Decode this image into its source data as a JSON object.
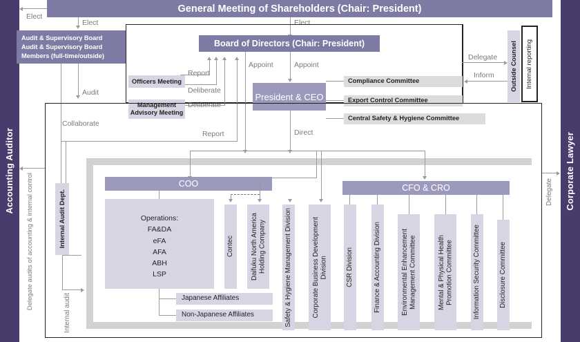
{
  "rails": {
    "left": "Accounting Auditor",
    "right": "Corporate Lawyer"
  },
  "top": {
    "title": "General Meeting of Shareholders (Chair: President)"
  },
  "nodes": {
    "audit_supervisory": {
      "line1": "Audit & Supervisory Board",
      "line2": "Audit & Supervisory Board",
      "line3": "Members (full-time/outside)"
    },
    "board_of_directors": "Board of Directors (Chair: President)",
    "officers_meeting": "Officers Meeting",
    "management_advisory": "Management\nAdvisory Meeting",
    "president_ceo": "President & CEO",
    "outside_counsel": "Outside Counsel",
    "internal_reporting": "Internal reporting",
    "internal_audit_dept": "Internal Audit Dept.",
    "coo": "COO",
    "cfo_cro": "CFO & CRO"
  },
  "president_committees": [
    "Compliance Committee",
    "Export Control Committee",
    "Central Safety & Hygiene Committee"
  ],
  "operations": {
    "header": "Operations:",
    "items": [
      "FA&DA",
      "eFA",
      "AFA",
      "ABH",
      "LSP"
    ]
  },
  "affiliates": [
    "Japanese Affiliates",
    "Non-Japanese Affiliates"
  ],
  "coo_units": [
    "Contec",
    "Daifuku North America\nHolding Company"
  ],
  "mid_divisions": [
    "Safety & Hygiene Management Division",
    "Corporate Business Development\nDivision"
  ],
  "cfo_units": [
    "CSR Division",
    "Finance & Accounting Division",
    "Environmental Enhancement\nManagement Committee",
    "Mental & Physical Health\nPromotion Committee",
    "Information Security Committee",
    "Disclosure Committee"
  ],
  "edges": {
    "elect_left": "Elect",
    "elect_mid": "Elect",
    "elect_right": "Elect",
    "audit": "Audit",
    "collaborate": "Collaborate",
    "report_officers": "Report",
    "deliberate_officers": "Deliberate",
    "deliberate_advisory": "Deliberate",
    "appoint_left": "Appoint",
    "appoint_right": "Appoint",
    "report_bottom": "Report",
    "direct": "Direct",
    "delegate_counsel": "Delegate",
    "inform": "Inform",
    "delegate_lawyer": "Delegate",
    "delegate_audits": "Delegate audits of accounting & internal control",
    "internal_audit": "Internal audit"
  },
  "colors": {
    "rail": "#473c6b",
    "dark_purple": "#7d7aa3",
    "mid_purple": "#9c9abc",
    "lavender": "#d7d5e4",
    "grey_box": "#dcdcdc",
    "band_grey": "#d2d2d2",
    "line": "#9a9a9a",
    "line_black": "#231f20"
  }
}
